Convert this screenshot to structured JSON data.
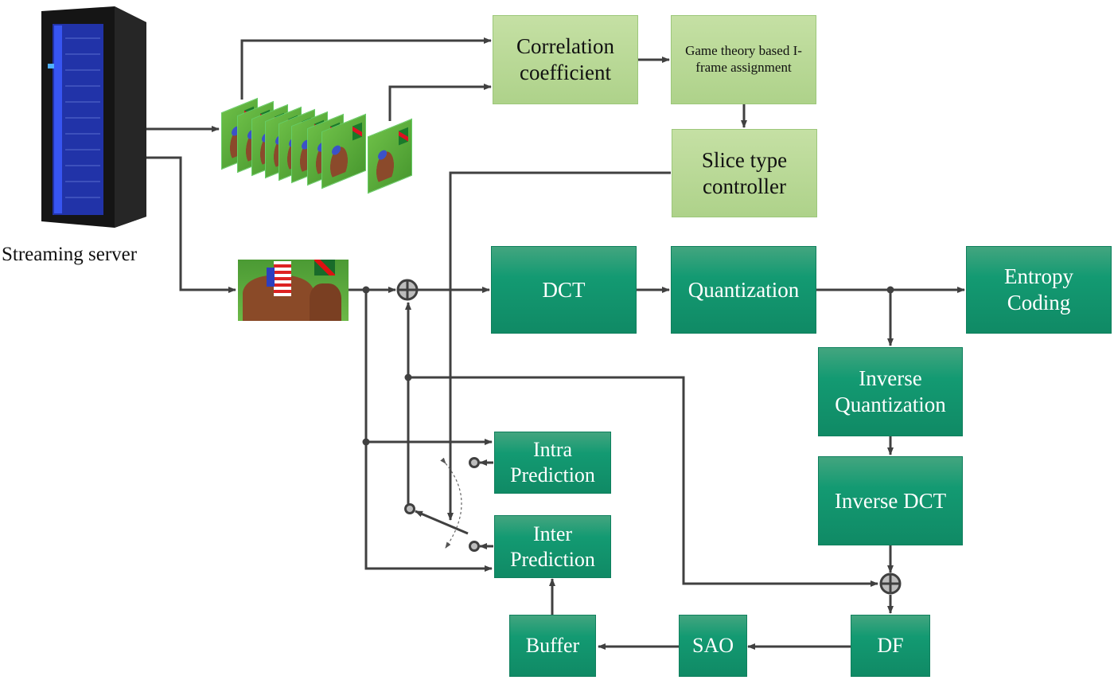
{
  "title": "Video encoder architecture with game theory based I-frame assignment",
  "server": {
    "label": "Streaming server"
  },
  "top_blocks": {
    "correlation": "Correlation coefficient",
    "game_theory": "Game theory based I-frame assignment",
    "slice_type": "Slice type controller"
  },
  "pipeline": {
    "dct": "DCT",
    "quantization": "Quantization",
    "entropy": "Entropy Coding",
    "inv_quant": "Inverse Quantization",
    "inv_dct": "Inverse DCT",
    "intra": "Intra Prediction",
    "inter": "Inter Prediction",
    "buffer": "Buffer",
    "sao": "SAO",
    "df": "DF"
  },
  "colors": {
    "light_green": "#b9da96",
    "dark_green": "#139a72",
    "wire": "#404040"
  }
}
